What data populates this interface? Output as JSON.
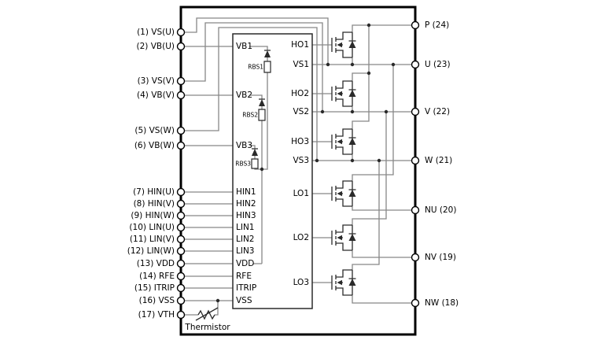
{
  "pins_left": [
    "(1) VS(U)",
    "(2) VB(U)",
    "(3) VS(V)",
    "(4) VB(V)",
    "(5) VS(W)",
    "(6) VB(W)",
    "(7) HIN(U)",
    "(8) HIN(V)",
    "(9) HIN(W)",
    "(10) LIN(U)",
    "(11) LIN(V)",
    "(12) LIN(W)",
    "(13) VDD",
    "(14) RFE",
    "(15) ITRIP",
    "(16) VSS",
    "(17) VTH"
  ],
  "pins_right": [
    "P (24)",
    "U (23)",
    "V (22)",
    "W (21)",
    "NU (20)",
    "NV (19)",
    "NW (18)"
  ],
  "ic_terminals_left": [
    "VB1",
    "VB2",
    "VB3",
    "HIN1",
    "HIN2",
    "HIN3",
    "LIN1",
    "LIN2",
    "LIN3",
    "VDD",
    "RFE",
    "ITRIP",
    "VSS"
  ],
  "ic_terminals_right": [
    "HO1",
    "VS1",
    "HO2",
    "VS2",
    "HO3",
    "VS3",
    "LO1",
    "LO2",
    "LO3"
  ],
  "bootstrap_resistors": [
    "RBS1",
    "RBS2",
    "RBS3"
  ],
  "thermistor_label": "Thermistor",
  "colors": {
    "wire": "#878787",
    "symbol": "#2a2a2a",
    "outline": "#000000",
    "background": "#ffffff"
  }
}
